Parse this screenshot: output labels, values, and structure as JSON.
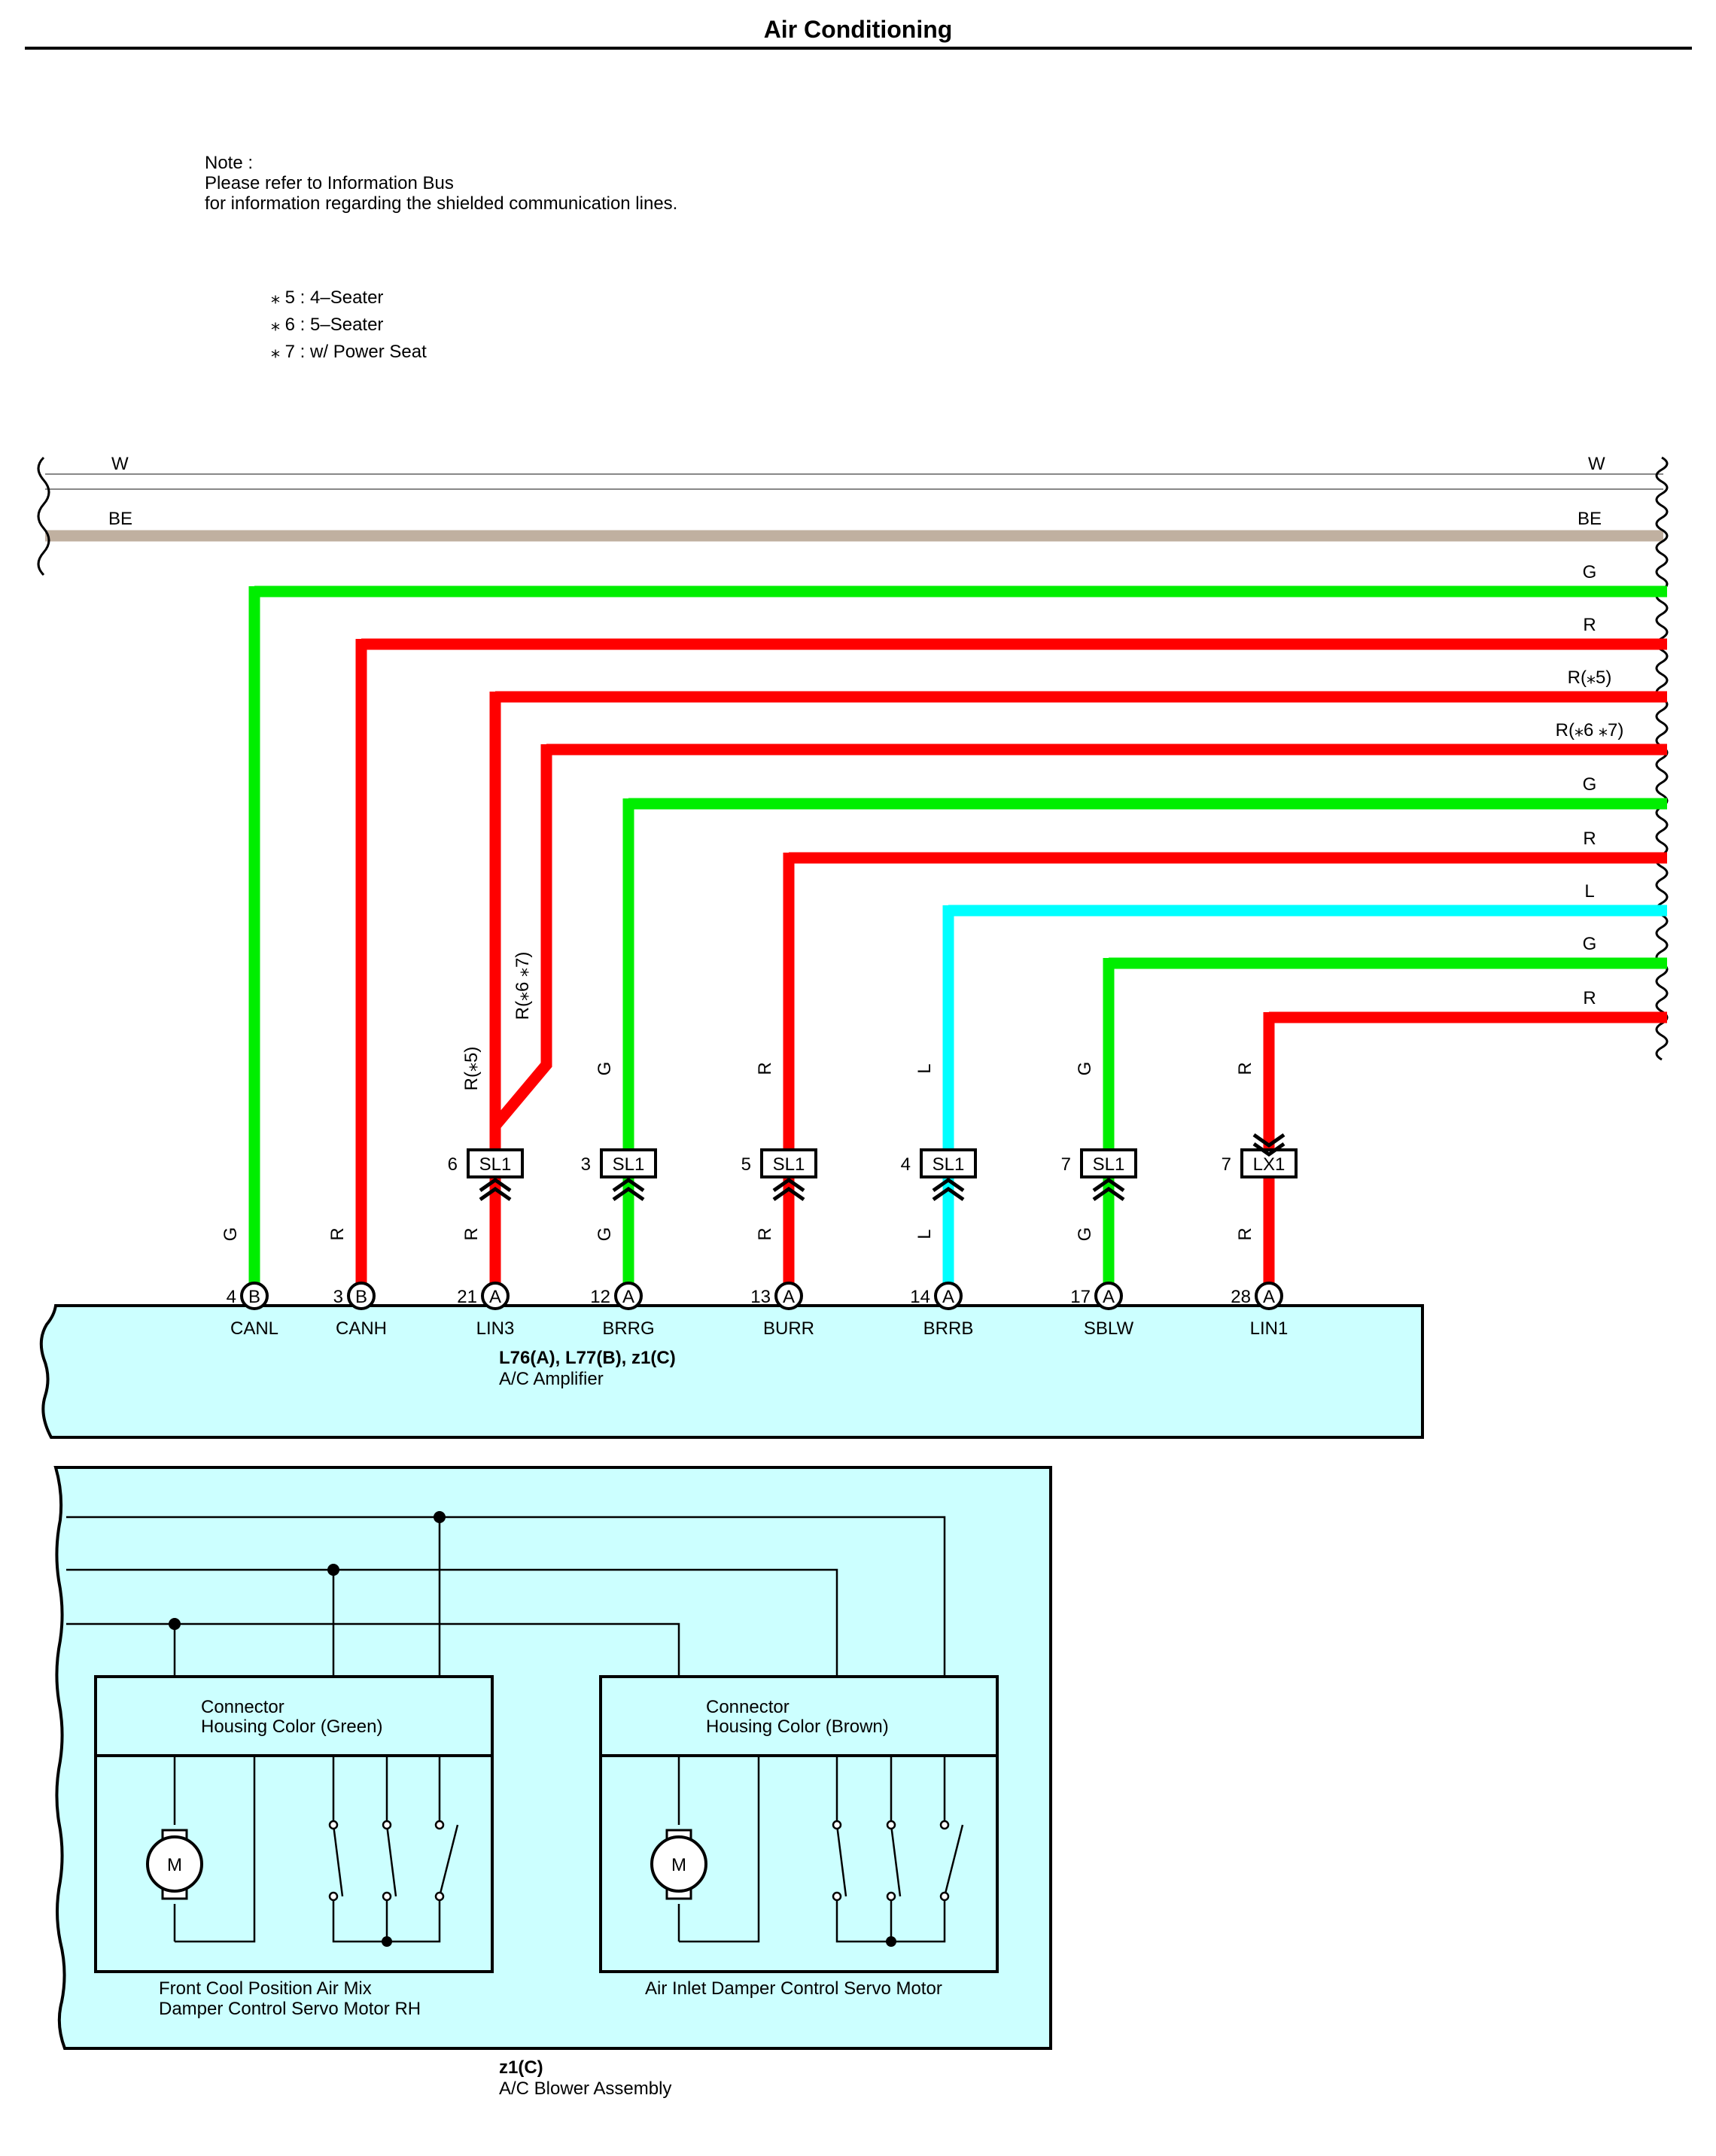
{
  "title": "Air Conditioning",
  "note": {
    "lines": [
      "Note :",
      "Please refer to Information Bus",
      "for information regarding the shielded communication lines."
    ]
  },
  "legend": [
    "⁎ 5 : 4–Seater",
    "⁎ 6 : 5–Seater",
    "⁎ 7 : w/ Power Seat"
  ],
  "colors": {
    "G": "#00ee00",
    "R": "#ff0000",
    "L": "#00ffff",
    "BE": "#c0b0a0",
    "body_fill": "#ccffff"
  },
  "through_wires": [
    {
      "label": "W"
    },
    {
      "label": "BE"
    }
  ],
  "wires": [
    {
      "color": "G",
      "right_label": "G",
      "pin_label": "G",
      "pin": "4",
      "conn": "B",
      "signal": "CANL",
      "connector": null
    },
    {
      "color": "R",
      "right_label": "R",
      "pin_label": "R",
      "pin": "3",
      "conn": "B",
      "signal": "CANH",
      "connector": null
    },
    {
      "color": "R",
      "right_label": "R(⁎5)",
      "pin_label": "R",
      "pin": "21",
      "conn": "A",
      "signal": "LIN3",
      "upper_label": "R(⁎5)",
      "branch_label": "R(⁎6 ⁎7)",
      "connector": {
        "num": "6",
        "name": "SL1"
      }
    },
    {
      "color": "G",
      "right_label": "G",
      "pin_label": "G",
      "pin": "12",
      "conn": "A",
      "signal": "BRRG",
      "upper_label": "G",
      "connector": {
        "num": "3",
        "name": "SL1"
      }
    },
    {
      "color": "R",
      "right_label": "R",
      "pin_label": "R",
      "pin": "13",
      "conn": "A",
      "signal": "BURR",
      "upper_label": "R",
      "connector": {
        "num": "5",
        "name": "SL1"
      }
    },
    {
      "color": "L",
      "right_label": "L",
      "pin_label": "L",
      "pin": "14",
      "conn": "A",
      "signal": "BRRB",
      "upper_label": "L",
      "connector": {
        "num": "4",
        "name": "SL1"
      }
    },
    {
      "color": "G",
      "right_label": "G",
      "pin_label": "G",
      "pin": "17",
      "conn": "A",
      "signal": "SBLW",
      "upper_label": "G",
      "connector": {
        "num": "7",
        "name": "SL1"
      }
    },
    {
      "color": "R",
      "right_label": "R",
      "pin_label": "R",
      "pin": "28",
      "conn": "A",
      "signal": "LIN1",
      "upper_label": "R",
      "connector": {
        "num": "7",
        "name": "LX1"
      }
    }
  ],
  "branch_right_label": "R(⁎6 ⁎7)",
  "amplifier": {
    "codes": "L76(A), L77(B), z1(C)",
    "name": "A/C Amplifier"
  },
  "blower": {
    "code": "z1(C)",
    "name": "A/C Blower Assembly",
    "motors": [
      {
        "connector_line1": "Connector",
        "connector_line2": "Housing Color (Green)",
        "motor_symbol": "M",
        "caption_line1": "Front Cool Position Air Mix",
        "caption_line2": "Damper Control Servo Motor RH"
      },
      {
        "connector_line1": "Connector",
        "connector_line2": "Housing Color (Brown)",
        "motor_symbol": "M",
        "caption_line1": "Air Inlet Damper Control Servo Motor",
        "caption_line2": ""
      }
    ]
  }
}
